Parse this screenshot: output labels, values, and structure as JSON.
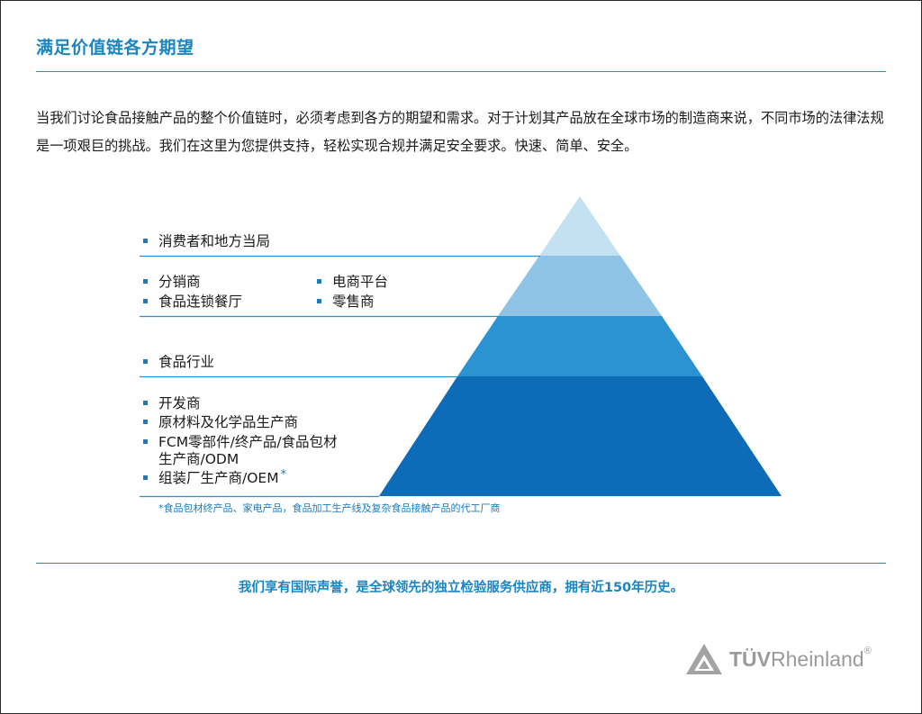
{
  "title": "满足价值链各方期望",
  "intro": "当我们讨论食品接触产品的整个价值链时，必须考虑到各方的期望和需求。对于计划其产品放在全球市场的制造商来说，不同市场的法律法规是一项艰巨的挑战。我们在这里为您提供支持，轻松实现合规并满足安全要求。快速、简单、安全。",
  "pyramid": {
    "tiers": [
      {
        "color": "#c4e1f2"
      },
      {
        "color": "#8fc4e6"
      },
      {
        "color": "#2b93d1"
      },
      {
        "color": "#0e6bb8"
      }
    ],
    "tier1": {
      "item1": "消费者和地方当局"
    },
    "tier2": {
      "item1": "分销商",
      "item2": "食品连锁餐厅",
      "item3": "电商平台",
      "item4": "零售商"
    },
    "tier3": {
      "item1": "食品行业"
    },
    "tier4": {
      "item1": "开发商",
      "item2": "原材料及化学品生产商",
      "item3_line1": "FCM零部件/终产品/食品包材",
      "item3_line2": "生产商/ODM",
      "item4": "组装厂生产商/OEM",
      "item4_mark": "*"
    }
  },
  "footnote": "*食品包材终产品、家电产品，食品加工生产线及复杂食品接触产品的代工厂商",
  "tagline": "我们享有国际声誉，是全球领先的独立检验服务供应商，拥有近150年历史。",
  "logo": {
    "brand_bold": "TÜV",
    "brand_rest": "Rheinland",
    "reg": "®"
  },
  "colors": {
    "accent": "#1a85c0",
    "rule": "#2c8fc6",
    "bullet": "#1a7bbf",
    "logo_gray": "#9a9a9a"
  }
}
